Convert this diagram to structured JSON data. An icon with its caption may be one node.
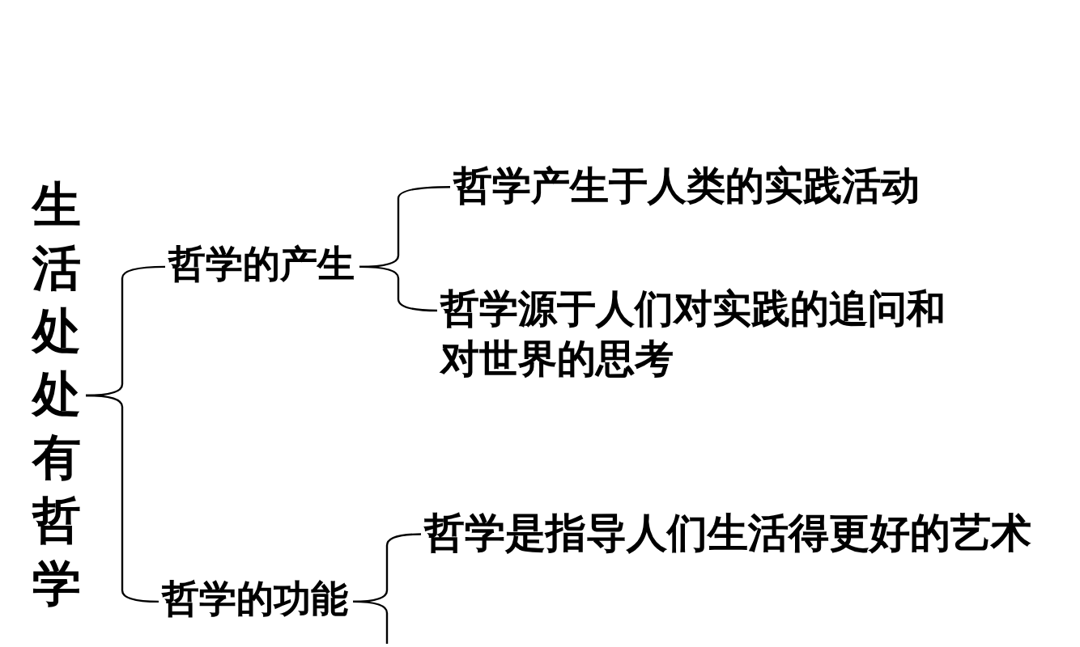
{
  "diagram": {
    "nodes": [
      {
        "text": [
          "生活处处有哲学"
        ]
      },
      {
        "text": [
          "哲学的产生"
        ]
      },
      {
        "text": [
          "哲学产生于人类的实践活动"
        ]
      },
      {
        "text": [
          "哲学源于人们对实践的追问和对世界的思考"
        ]
      },
      {
        "text": [
          "哲学的功能"
        ]
      },
      {
        "text": [
          "哲学是指导人们生活得更好的艺术"
        ]
      }
    ],
    "edges": [
      {
        "from": 0,
        "to": 1,
        "arrow": "none"
      },
      {
        "from": 0,
        "to": 4,
        "arrow": "none"
      },
      {
        "from": 1,
        "to": 2,
        "arrow": "none"
      },
      {
        "from": 1,
        "to": 3,
        "arrow": "none"
      },
      {
        "from": 4,
        "to": 5,
        "arrow": "none"
      },
      {
        "from": 4,
        "to": null,
        "arrow": "none"
      }
    ]
  }
}
